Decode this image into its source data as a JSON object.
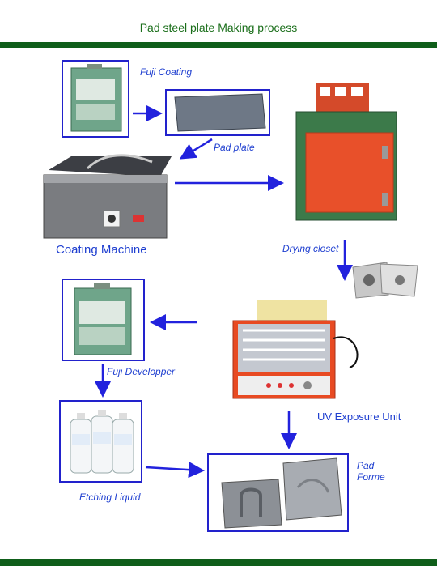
{
  "title": "Pad steel plate Making process",
  "labels": {
    "fuji_coating": "Fuji Coating",
    "pad_plate": "Pad plate",
    "coating_machine": "Coating Machine",
    "drying_closet": "Drying closet",
    "fuji_developper": "Fuji Developper",
    "uv_exposure_unit": "UV Exposure Unit",
    "etching_liquid": "Etching Liquid",
    "pad_forme_line1": "Pad",
    "pad_forme_line2": "Forme"
  },
  "colors": {
    "brand_green": "#0f5e1a",
    "title_green": "#1a6e1a",
    "arrow_blue": "#2222dd",
    "closet_red": "#e8502a",
    "closet_green": "#3c7a4a"
  }
}
